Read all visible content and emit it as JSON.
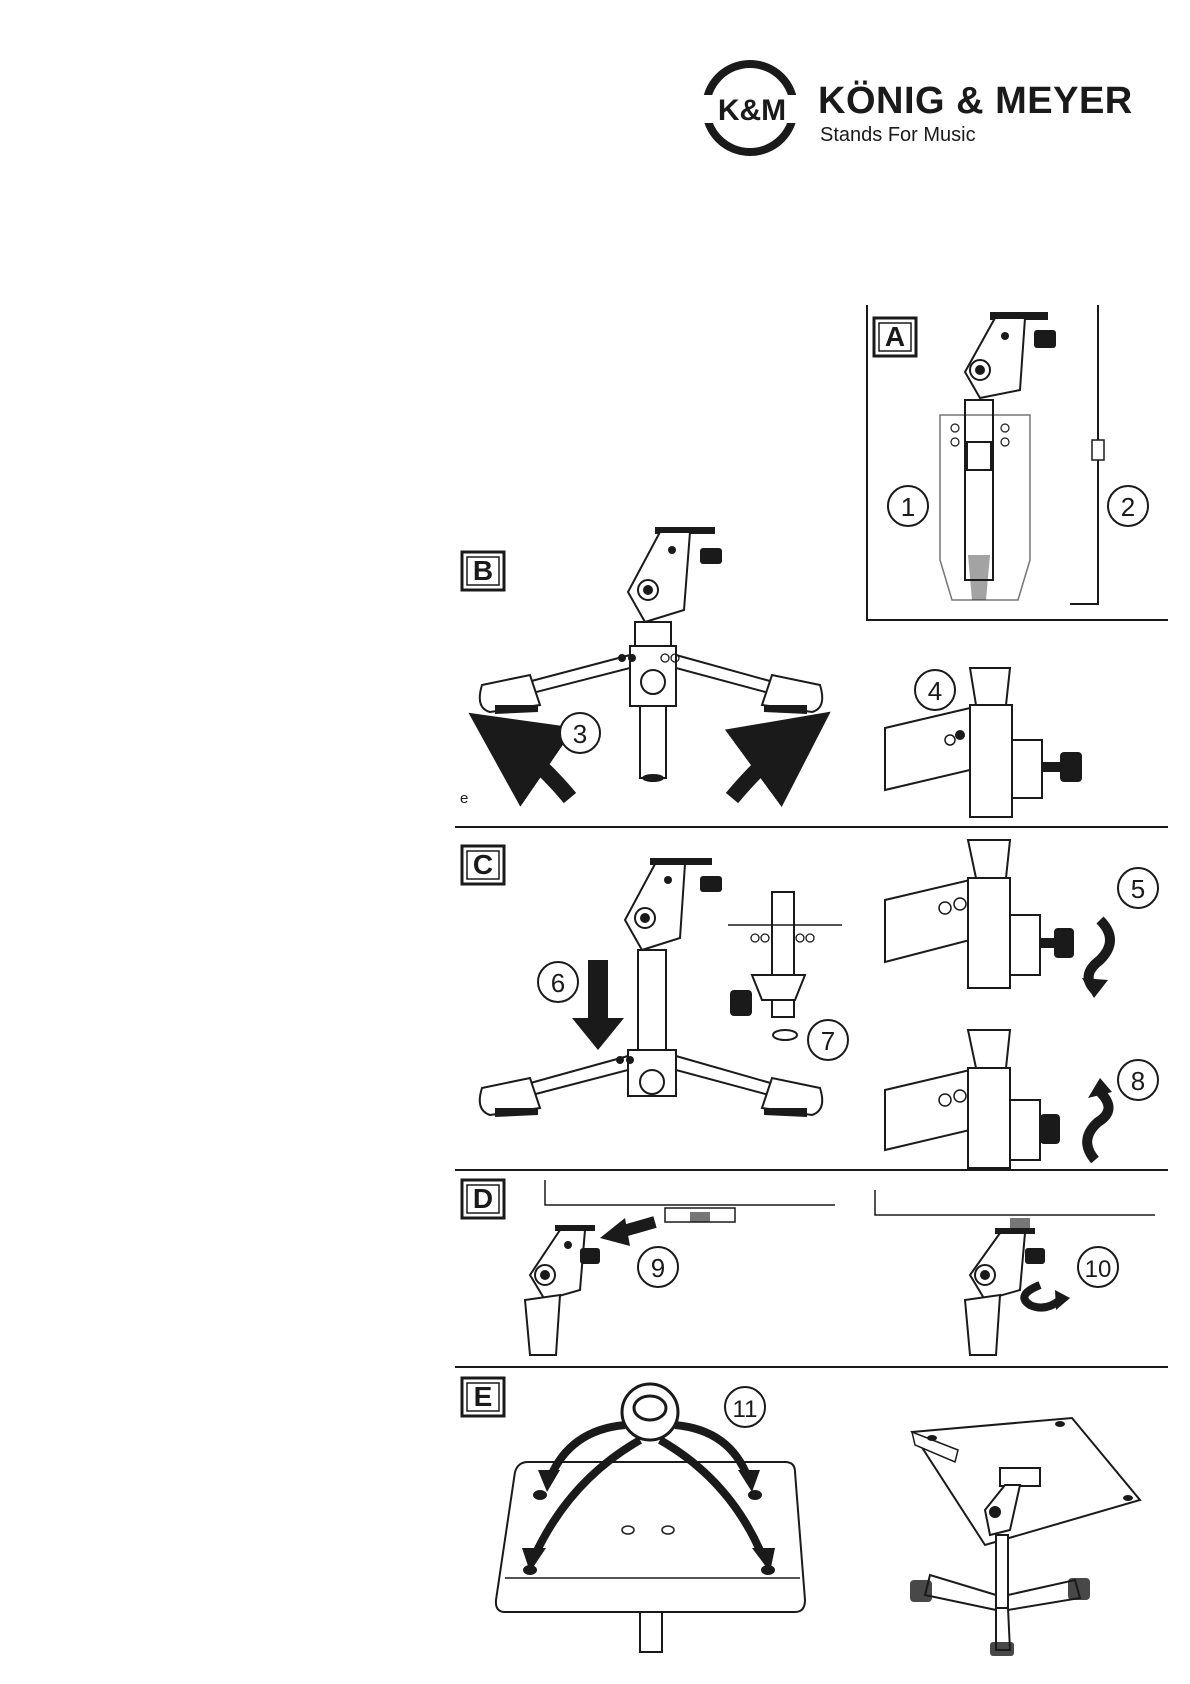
{
  "brand": {
    "monogram": "K&M",
    "name": "KÖNIG & MEYER",
    "tagline": "Stands For Music"
  },
  "sections": {
    "a": {
      "letter": "A",
      "steps": [
        "1",
        "2"
      ]
    },
    "b": {
      "letter": "B",
      "steps": [
        "3",
        "4"
      ]
    },
    "c": {
      "letter": "C",
      "steps": [
        "5",
        "6",
        "7",
        "8"
      ]
    },
    "d": {
      "letter": "D",
      "steps": [
        "9",
        "10"
      ]
    },
    "e": {
      "letter": "E",
      "steps": [
        "11"
      ]
    }
  },
  "stray_text": "e"
}
